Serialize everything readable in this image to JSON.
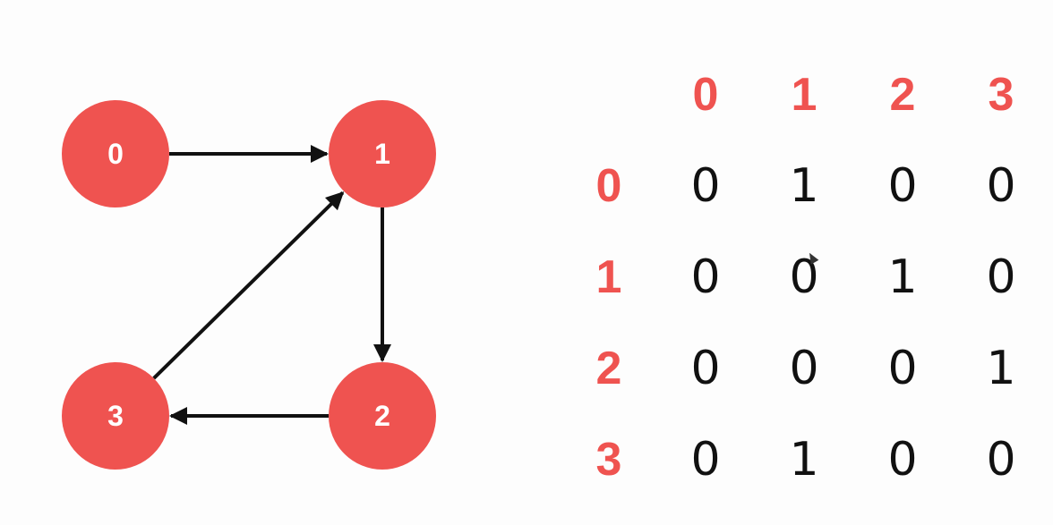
{
  "graph": {
    "nodes": [
      {
        "id": "0",
        "label": "0"
      },
      {
        "id": "1",
        "label": "1"
      },
      {
        "id": "2",
        "label": "2"
      },
      {
        "id": "3",
        "label": "3"
      }
    ],
    "edges": [
      {
        "from": "0",
        "to": "1"
      },
      {
        "from": "1",
        "to": "2"
      },
      {
        "from": "2",
        "to": "3"
      },
      {
        "from": "3",
        "to": "1"
      }
    ],
    "node_color": "#ef5350",
    "edge_color": "#111111"
  },
  "matrix": {
    "column_headers": [
      "0",
      "1",
      "2",
      "3"
    ],
    "row_headers": [
      "0",
      "1",
      "2",
      "3"
    ],
    "rows": [
      [
        "0",
        "1",
        "0",
        "0"
      ],
      [
        "0",
        "0",
        "1",
        "0"
      ],
      [
        "0",
        "0",
        "0",
        "1"
      ],
      [
        "0",
        "1",
        "0",
        "0"
      ]
    ],
    "header_color": "#ef5350"
  }
}
